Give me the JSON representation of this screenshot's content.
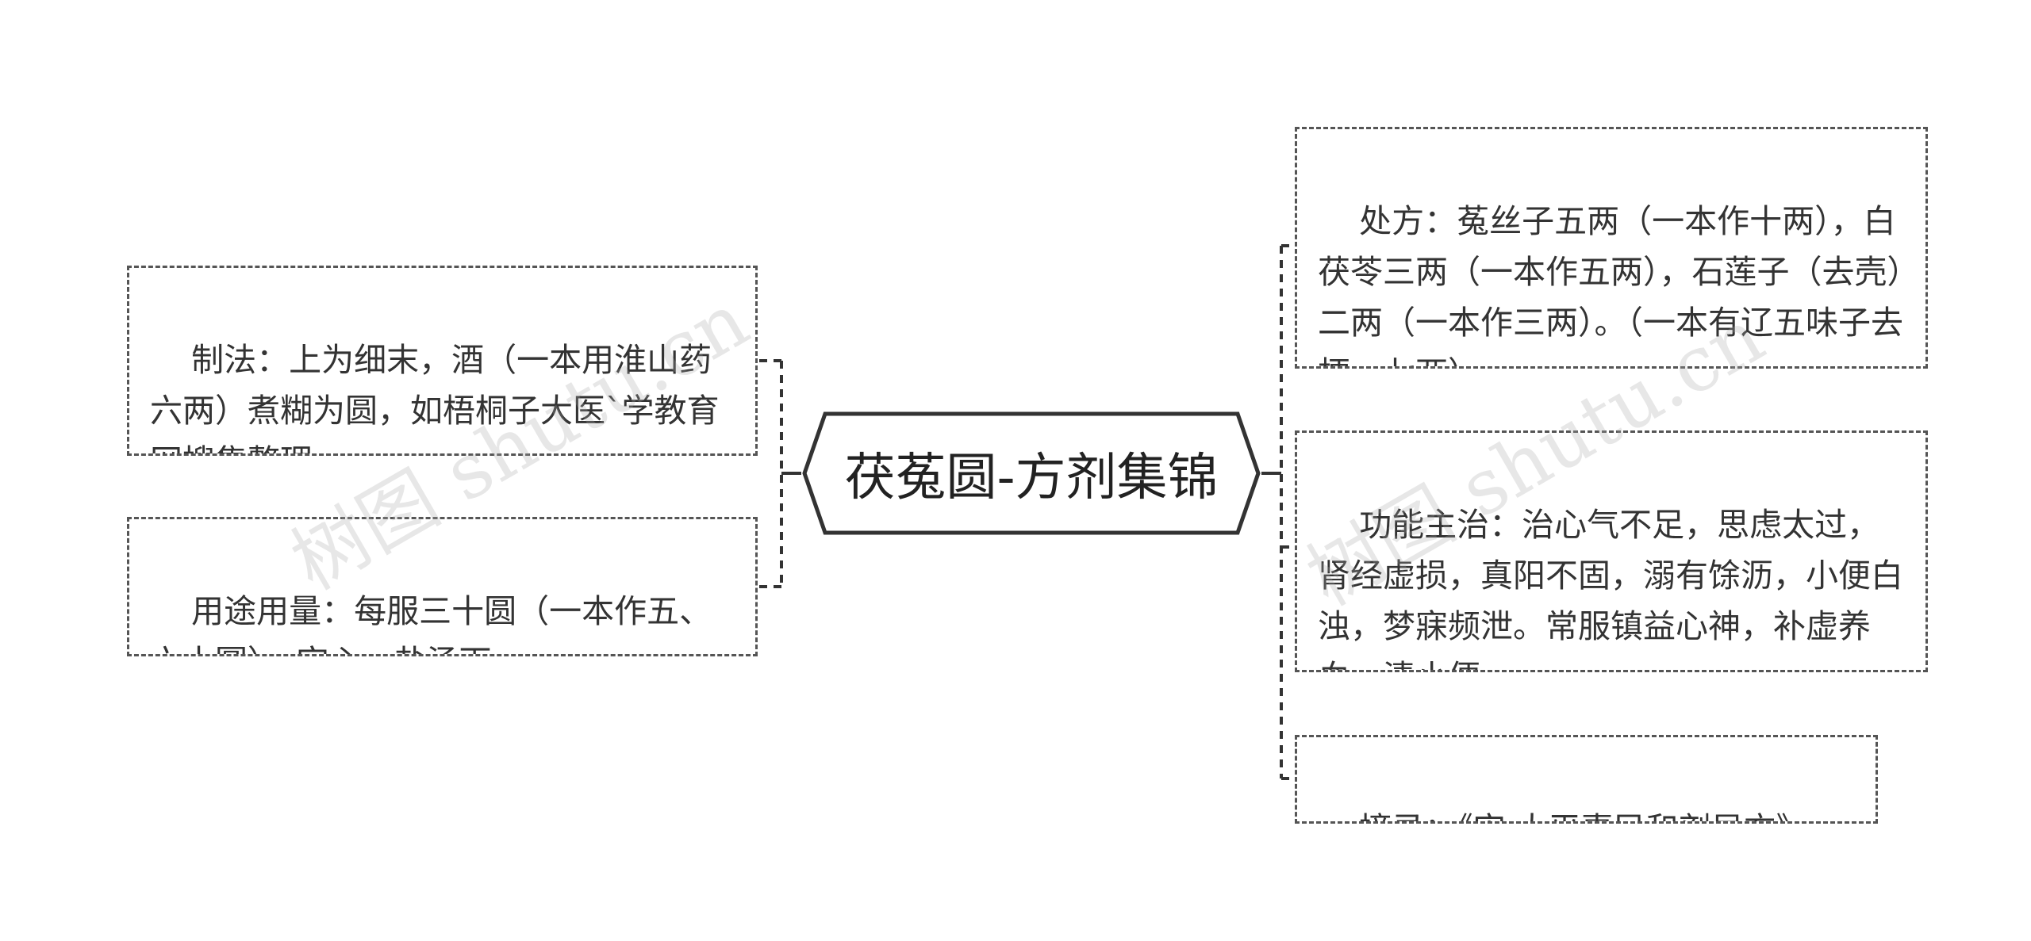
{
  "colors": {
    "line": "#333333",
    "node_border": "#555555",
    "text": "#333333",
    "background": "#ffffff"
  },
  "central": {
    "title": "茯菟圆-方剂集锦"
  },
  "left_nodes": [
    {
      "id": "zhifa",
      "text": "制法：上为细末，酒（一本用淮山药六两）煮糊为圆，如梧桐子大医`学教育网搜集整理。"
    },
    {
      "id": "yongtu",
      "text": "用途用量：每服三十圆（一本作五、六十圆），空心，盐汤下。"
    }
  ],
  "right_nodes": [
    {
      "id": "chufang",
      "text": "处方：菟丝子五两（一本作十两），白茯苓三两（一本作五两），石莲子（去壳）二两（一本作三两）。（一本有辽五味子去梗，七两）"
    },
    {
      "id": "gongneng",
      "text": "功能主治：治心气不足，思虑太过，肾经虚损，真阳不固，溺有馀沥，小便白浊，梦寐频泄。常服镇益心神，补虚养血，清小便。"
    },
    {
      "id": "zhailu",
      "text": "摘录：《宋·太平惠民和剂局方》"
    }
  ],
  "watermarks": [
    "树图 shutu.cn",
    "树图 shutu.cn"
  ]
}
